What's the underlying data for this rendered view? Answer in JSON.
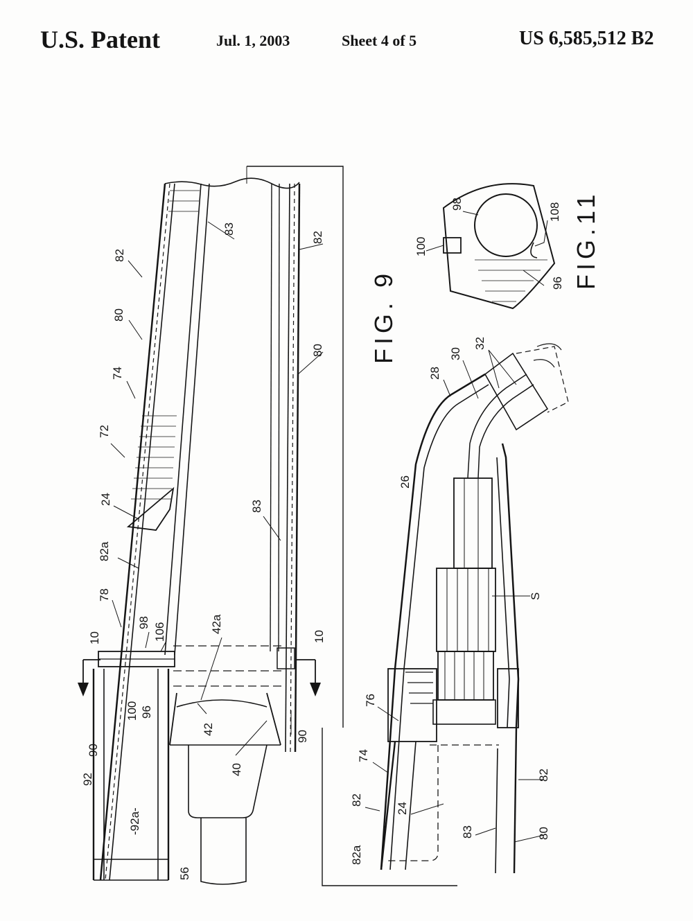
{
  "header": {
    "title": "U.S. Patent",
    "date": "Jul. 1, 2003",
    "sheet": "Sheet 4 of 5",
    "number": "US 6,585,512 B2"
  },
  "figures": {
    "fig9": "FIG. 9",
    "fig11": "FIG.11"
  },
  "labels": {
    "l82_top": "82",
    "l80_top": "80",
    "l74_top": "74",
    "l72": "72",
    "l24_top": "24",
    "l82a_top": "82a",
    "l78": "78",
    "l98_main": "98",
    "l106": "106",
    "l10_left": "10",
    "l100_main": "100",
    "l96_main": "96",
    "l90_left": "90",
    "l92": "92",
    "l92a": "-92a-",
    "l56": "56",
    "l83_top": "83",
    "l83_mid": "83",
    "l82_right": "82",
    "l80_right": "80",
    "l42a": "42a",
    "l42": "42",
    "l40": "40",
    "l10_right": "10",
    "l90_right": "90",
    "l26": "26",
    "l28": "28",
    "l30": "30",
    "l32": "32",
    "lS": "S",
    "l76": "76",
    "l74_bot": "74",
    "l82_bot": "82",
    "l24_bot": "24",
    "l82a_bot": "82a",
    "l83_bot": "83",
    "l82_bot_right": "82",
    "l80_bot": "80",
    "l98_fig11": "98",
    "l100_fig11": "100",
    "l108": "108",
    "l96_fig11": "96"
  }
}
